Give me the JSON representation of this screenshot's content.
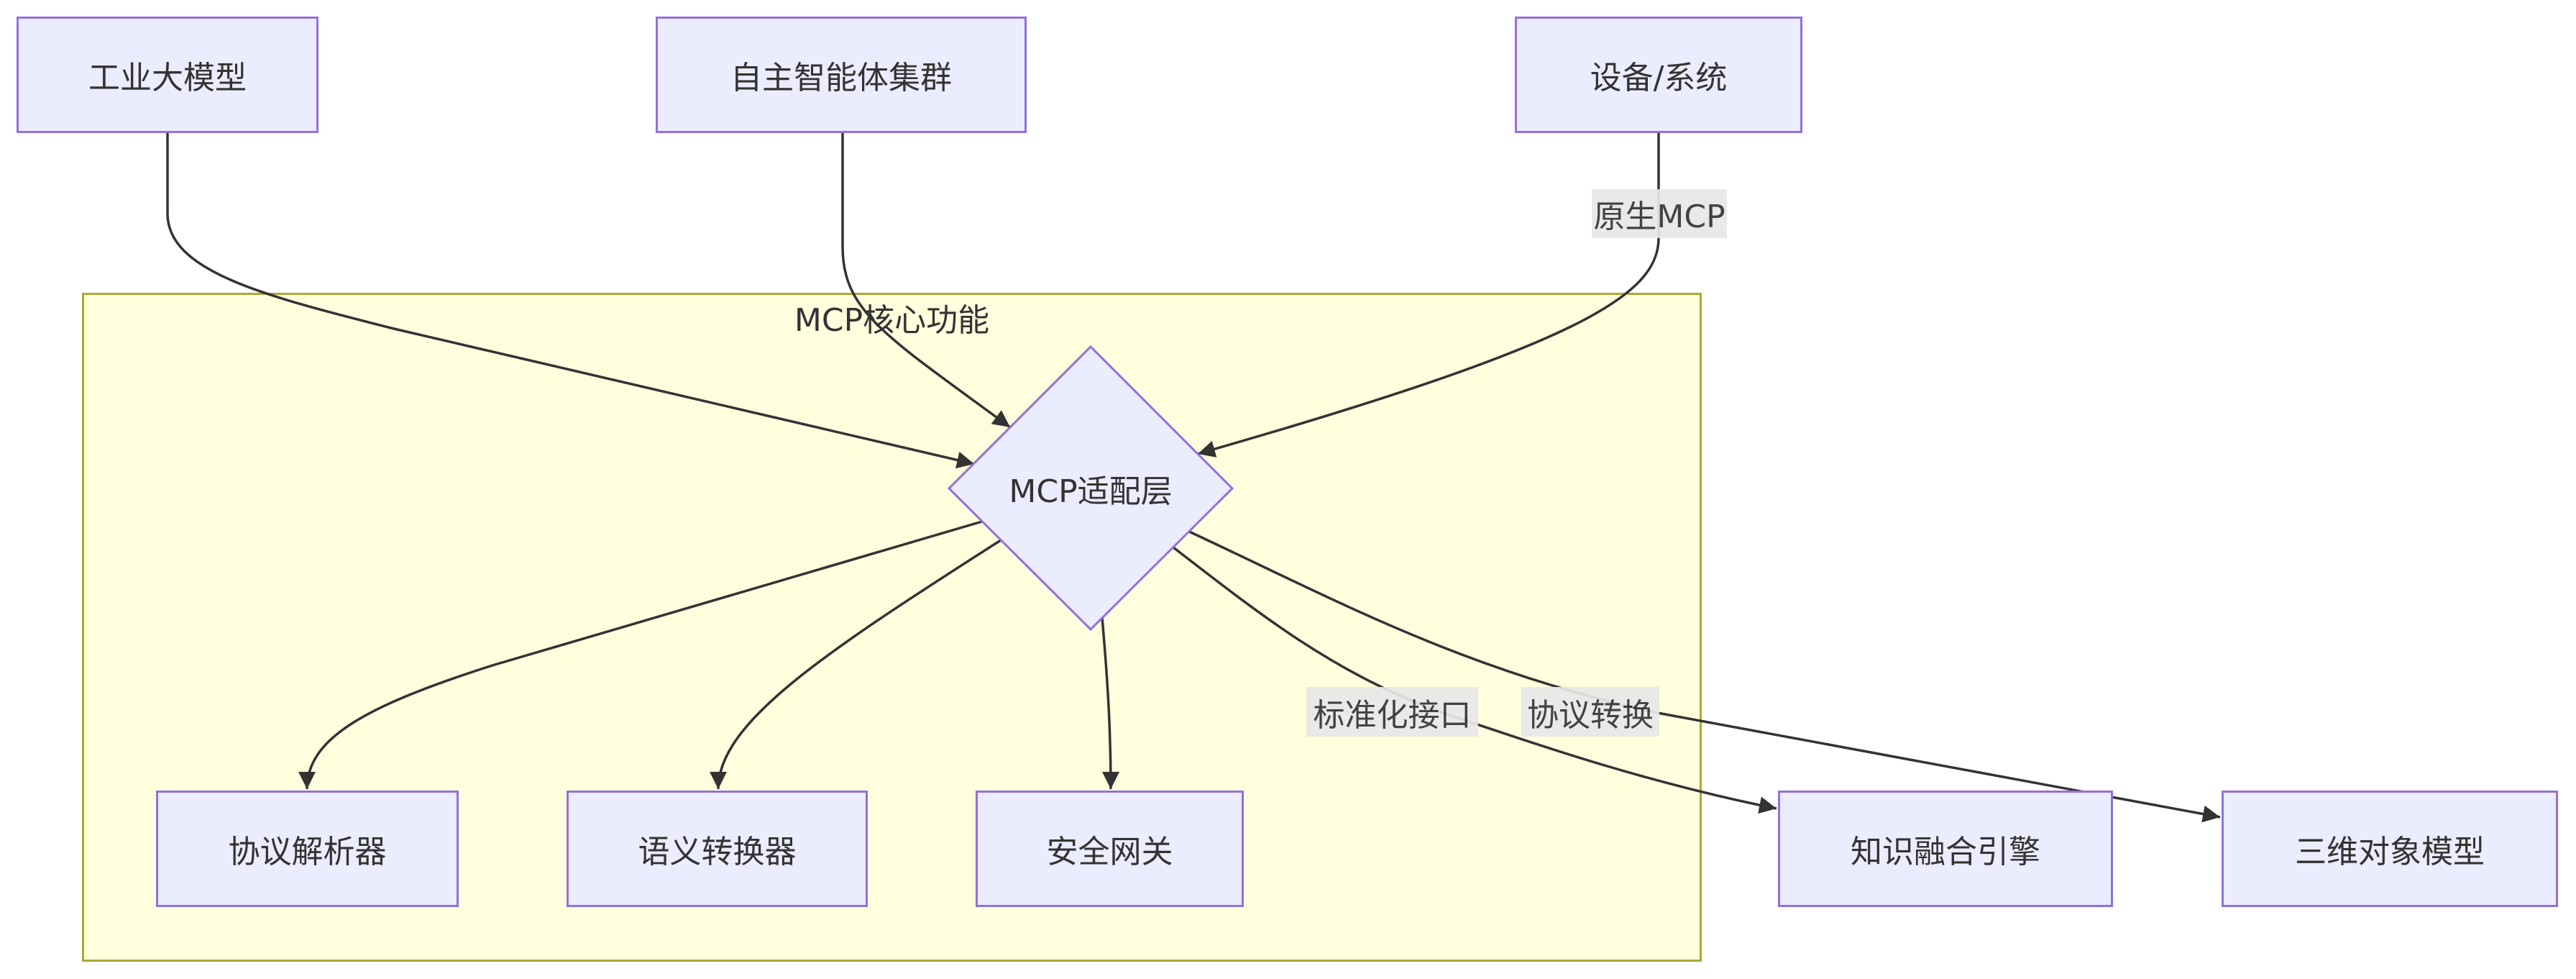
{
  "nodes": {
    "industrial_llm": "工业大模型",
    "agent_cluster": "自主智能体集群",
    "device_system": "设备/系统",
    "adapter": "MCP适配层",
    "protocol_parser": "协议解析器",
    "semantic_converter": "语义转换器",
    "security_gateway": "安全网关",
    "knowledge_engine": "知识融合引擎",
    "object_model": "三维对象模型"
  },
  "cluster": {
    "title": "MCP核心功能"
  },
  "edge_labels": {
    "native_mcp": "原生MCP",
    "standard_interface": "标准化接口",
    "protocol_conversion": "协议转换"
  },
  "colors": {
    "node_fill": "#ececff",
    "node_stroke": "#9370db",
    "cluster_fill": "#ffffde",
    "cluster_stroke": "#aaaa33",
    "edge": "#333333",
    "label_bg": "#e8e8e8",
    "text": "#333333"
  }
}
